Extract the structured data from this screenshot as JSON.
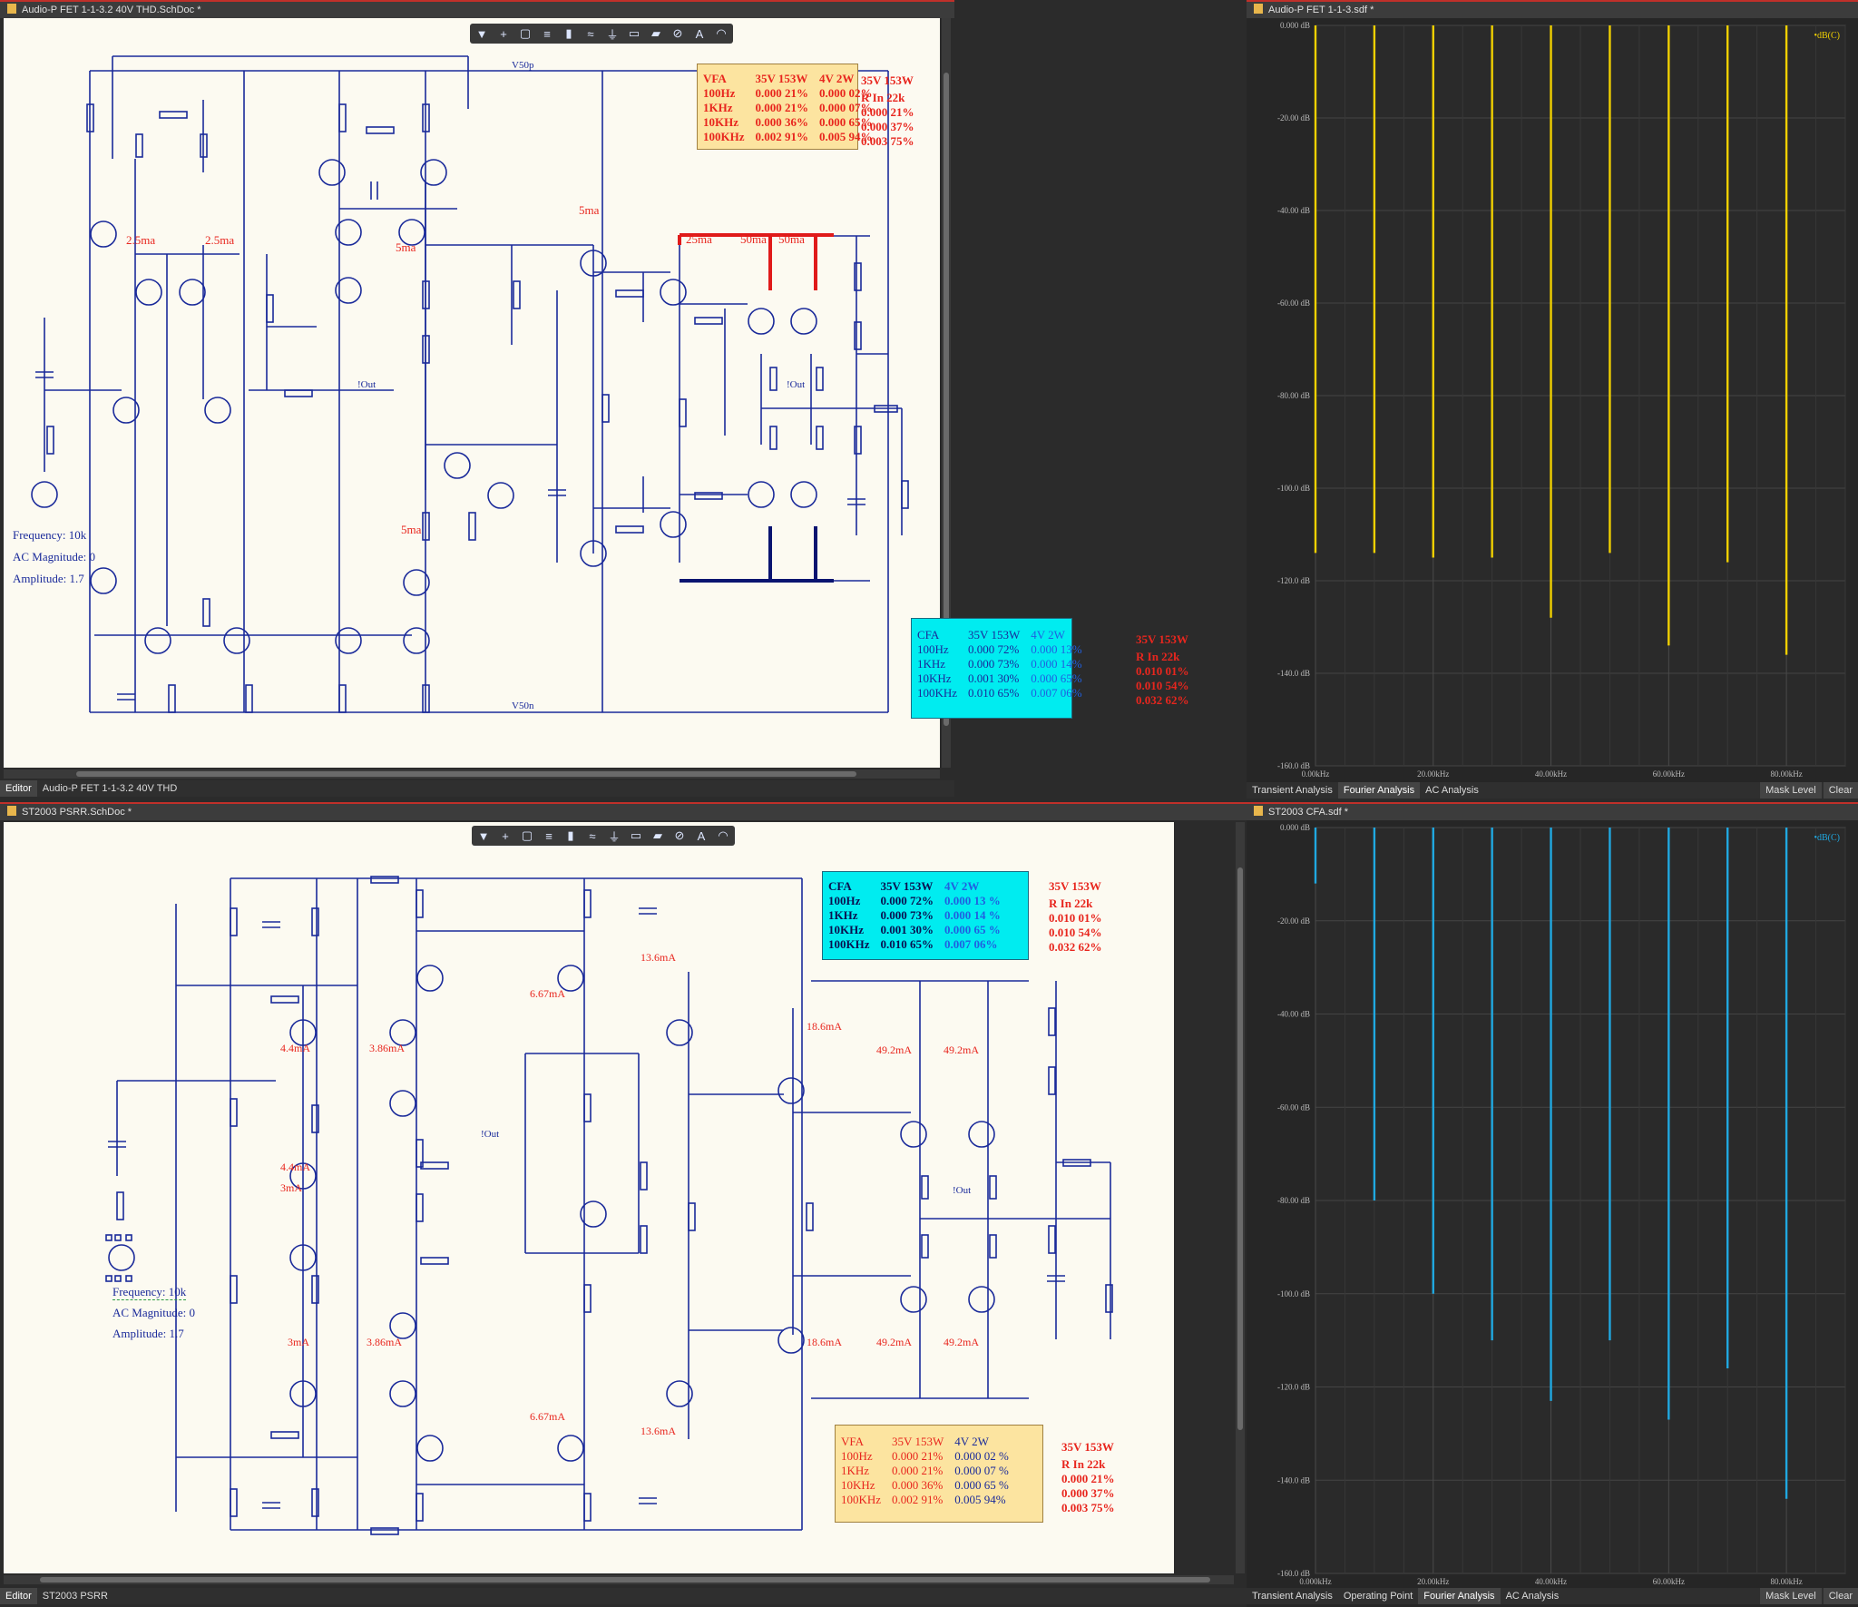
{
  "top": {
    "schematic": {
      "title": "Audio-P FET 1-1-3.2 40V THD.SchDoc *",
      "tab_editor": "Editor",
      "tab_doc": "Audio-P FET 1-1-3.2 40V THD",
      "source_label": {
        "frequency": "Frequency: 10k",
        "ac_magnitude": "AC Magnitude: 0",
        "amplitude": "Amplitude: 1.7"
      },
      "rail_pos": "V50p",
      "rail_neg": "V50n",
      "out_label": "!Out",
      "currents": {
        "c1": "2.5ma",
        "c2": "2.5ma",
        "c3": "5ma",
        "c4": "5ma",
        "c5": "5ma",
        "c6": "25ma",
        "c7": "50ma",
        "c8": "50ma"
      },
      "vfa": {
        "header": [
          "VFA",
          "35V 153W",
          "4V 2W"
        ],
        "rows": [
          [
            "100Hz",
            "0.000 21%",
            "0.000 02%"
          ],
          [
            "1KHz",
            "0.000 21%",
            "0.000 07%"
          ],
          [
            "10KHz",
            "0.000 36%",
            "0.000 65%"
          ],
          [
            "100KHz",
            "0.002 91%",
            "0.005 94%"
          ]
        ],
        "side_header": "35V 153W",
        "side_rows": [
          "R In 22k",
          "0.000 21%",
          "0.000 37%",
          "0.003 75%"
        ]
      },
      "cfa": {
        "header": [
          "CFA",
          "35V 153W",
          "4V 2W"
        ],
        "rows": [
          [
            "100Hz",
            "0.000 72%",
            "0.000 13%"
          ],
          [
            "1KHz",
            "0.000 73%",
            "0.000 14%"
          ],
          [
            "10KHz",
            "0.001 30%",
            "0.000 65%"
          ],
          [
            "100KHz",
            "0.010 65%",
            "0.007 06%"
          ]
        ],
        "side_header": "35V 153W",
        "side_rows": [
          "R In 22k",
          "0.010 01%",
          "0.010 54%",
          "0.032 62%"
        ]
      }
    },
    "plot": {
      "title": "Audio-P FET 1-1-3.sdf *",
      "legend": "dB(C)",
      "tabs": [
        "Transient Analysis",
        "Fourier Analysis",
        "AC Analysis"
      ],
      "active_tab": "Fourier Analysis",
      "buttons": [
        "Mask Level",
        "Clear"
      ]
    }
  },
  "bottom": {
    "schematic": {
      "title": "ST2003 PSRR.SchDoc *",
      "tab_editor": "Editor",
      "tab_doc": "ST2003 PSRR",
      "source_label": {
        "frequency": "Frequency: 10k",
        "ac_magnitude": "AC Magnitude: 0",
        "amplitude": "Amplitude: 1.7"
      },
      "out_label": "!Out",
      "currents": {
        "c1": "4.4mA",
        "c2": "3.86mA",
        "c3": "6.67mA",
        "c4": "13.6mA",
        "c5": "18.6mA",
        "c6": "49.2mA",
        "c7": "49.2mA",
        "c8": "4.4mA",
        "c9": "3mA",
        "c10": "3mA",
        "c11": "3.86mA",
        "c12": "6.67mA",
        "c13": "13.6mA",
        "c14": "18.6mA",
        "c15": "49.2mA",
        "c16": "49.2mA"
      },
      "cfa": {
        "header": [
          "CFA",
          "35V 153W",
          "4V 2W"
        ],
        "rows": [
          [
            "100Hz",
            "0.000 72%",
            "0.000 13 %"
          ],
          [
            "1KHz",
            "0.000 73%",
            "0.000 14 %"
          ],
          [
            "10KHz",
            "0.001 30%",
            "0.000 65 %"
          ],
          [
            "100KHz",
            "0.010 65%",
            "0.007 06%"
          ]
        ],
        "side_header": "35V 153W",
        "side_rows": [
          "R In 22k",
          "0.010 01%",
          "0.010 54%",
          "0.032 62%"
        ]
      },
      "vfa": {
        "header": [
          "VFA",
          "35V 153W",
          "4V 2W"
        ],
        "rows": [
          [
            "100Hz",
            "0.000 21%",
            "0.000 02 %"
          ],
          [
            "1KHz",
            "0.000 21%",
            "0.000 07 %"
          ],
          [
            "10KHz",
            "0.000 36%",
            "0.000 65 %"
          ],
          [
            "100KHz",
            "0.002 91%",
            "0.005 94%"
          ]
        ],
        "side_header": "35V 153W",
        "side_rows": [
          "R In 22k",
          "0.000 21%",
          "0.000 37%",
          "0.003 75%"
        ]
      }
    },
    "plot": {
      "title": "ST2003 CFA.sdf *",
      "legend": "dB(C)",
      "tabs": [
        "Transient Analysis",
        "Operating Point",
        "Fourier Analysis",
        "AC Analysis"
      ],
      "active_tab": "Fourier Analysis",
      "buttons": [
        "Mask Level",
        "Clear"
      ]
    }
  },
  "chart_data": [
    {
      "type": "bar",
      "series": [
        {
          "color": "#f0d000",
          "x": [
            0,
            10,
            20,
            30,
            40,
            50,
            60,
            70,
            80
          ],
          "y": [
            -114,
            -114,
            -115,
            -115,
            -128,
            -114,
            -134,
            -116,
            -136
          ]
        }
      ],
      "x_ticks": [
        "0.00kHz",
        "20.00kHz",
        "40.00kHz",
        "60.00kHz",
        "80.00kHz"
      ],
      "y_ticks": [
        "0.000 dB",
        "-20.00 dB",
        "-40.00 dB",
        "-60.00 dB",
        "-80.00 dB",
        "-100.0 dB",
        "-120.0 dB",
        "-140.0 dB",
        "-160.0 dB"
      ],
      "xlim": [
        0,
        90
      ],
      "ylim": [
        -160,
        0
      ],
      "grid": true,
      "legend": "top-right"
    },
    {
      "type": "bar",
      "series": [
        {
          "color": "#20a8e0",
          "x": [
            0,
            10,
            20,
            30,
            40,
            50,
            60,
            70,
            80
          ],
          "y": [
            -12,
            -80,
            -100,
            -110,
            -123,
            -110,
            -127,
            -116,
            -144
          ]
        }
      ],
      "x_ticks": [
        "0.000kHz",
        "20.00kHz",
        "40.00kHz",
        "60.00kHz",
        "80.00kHz"
      ],
      "y_ticks": [
        "0.000 dB",
        "-20.00 dB",
        "-40.00 dB",
        "-60.00 dB",
        "-80.00 dB",
        "-100.0 dB",
        "-120.0 dB",
        "-140.0 dB",
        "-160.0 dB"
      ],
      "xlim": [
        0,
        90
      ],
      "ylim": [
        -160,
        0
      ],
      "grid": true,
      "legend": "top-right"
    }
  ]
}
